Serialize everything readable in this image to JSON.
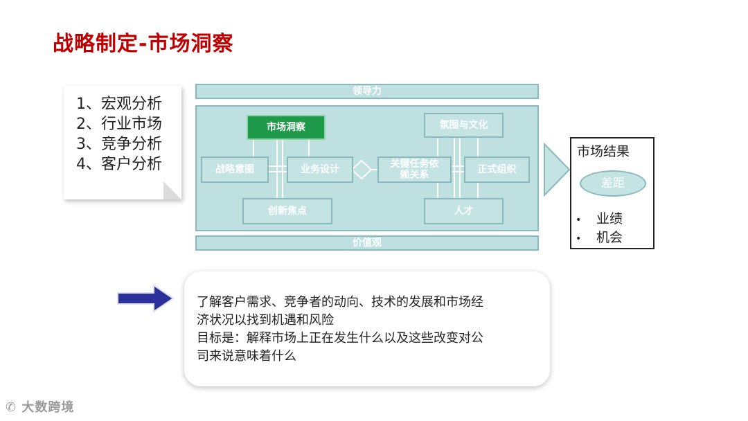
{
  "title": "战略制定-市场洞察",
  "note": {
    "items": [
      "1、宏观分析",
      "2、行业市场",
      "3、竞争分析",
      "4、客户分析"
    ]
  },
  "diagram": {
    "top_bar": "领导力",
    "bottom_bar": "价值观",
    "boxes": {
      "market_insight": "市场洞察",
      "strategic_intent": "战略意图",
      "business_design": "业务设计",
      "innovation_focus": "创新焦点",
      "key_tasks_line1": "关键任务依",
      "key_tasks_line2": "赖关系",
      "climate_culture": "氛围与文化",
      "formal_org": "正式组织",
      "talent": "人才"
    }
  },
  "result": {
    "title": "市场结果",
    "gap": "差距",
    "bullets": [
      "业绩",
      "机会"
    ],
    "bullet_symbol": "•"
  },
  "description": {
    "line1": "了解客户需求、竞争者的动向、技术的发展和市场经",
    "line2": "济状况以找到机遇和风险",
    "line3": "目标是：解释市场上正在发生什么以及这些改变对公",
    "line4": "司来说意味着什么"
  },
  "watermark": "大数跨境",
  "colors": {
    "title_red": "#c00000",
    "teal_fill": "#c4e4e4",
    "teal_border": "#8ab8bc",
    "green": "#1e9a4a",
    "arrow_blue": "#2b2f9a"
  }
}
